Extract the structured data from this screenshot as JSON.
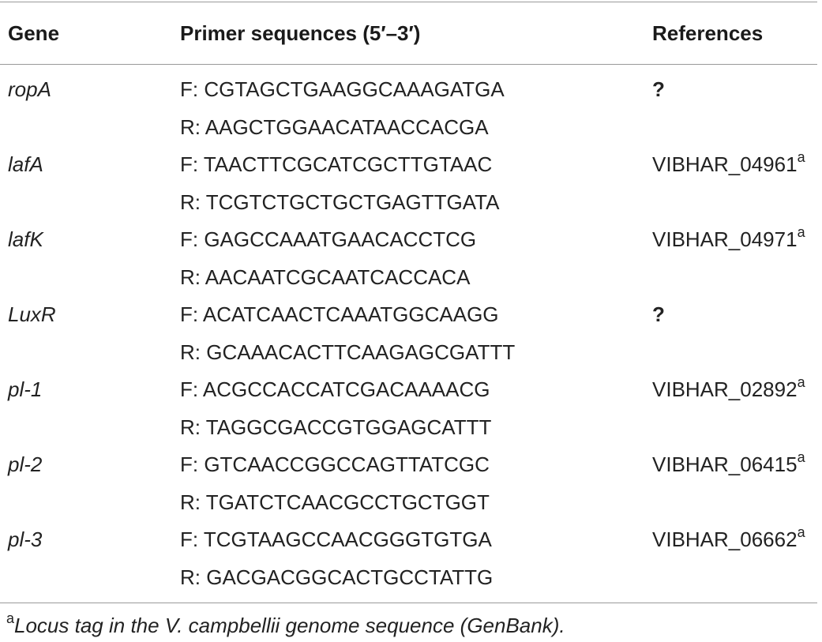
{
  "table": {
    "headers": {
      "gene": "Gene",
      "primer": "Primer sequences (5′–3′)",
      "references": "References"
    },
    "rows": [
      {
        "gene": "ropA",
        "forward": "F: CGTAGCTGAAGGCAAAGATGA",
        "reverse": "R: AAGCTGGAACATAACCACGA",
        "ref": "?",
        "ref_sup": ""
      },
      {
        "gene": "lafA",
        "forward": "F: TAACTTCGCATCGCTTGTAAC",
        "reverse": "R: TCGTCTGCTGCTGAGTTGATA",
        "ref": "VIBHAR_04961",
        "ref_sup": "a"
      },
      {
        "gene": "lafK",
        "forward": "F: GAGCCAAATGAACACCTCG",
        "reverse": "R: AACAATCGCAATCACCACA",
        "ref": "VIBHAR_04971",
        "ref_sup": "a"
      },
      {
        "gene": "LuxR",
        "forward": "F: ACATCAACTCAAATGGCAAGG",
        "reverse": "R: GCAAACACTTCAAGAGCGATTT",
        "ref": "?",
        "ref_sup": ""
      },
      {
        "gene": "pl-1",
        "forward": "F: ACGCCACCATCGACAAAACG",
        "reverse": "R: TAGGCGACCGTGGAGCATTT",
        "ref": "VIBHAR_02892",
        "ref_sup": "a"
      },
      {
        "gene": "pl-2",
        "forward": "F: GTCAACCGGCCAGTTATCGC",
        "reverse": "R: TGATCTCAACGCCTGCTGGT",
        "ref": "VIBHAR_06415",
        "ref_sup": "a"
      },
      {
        "gene": "pl-3",
        "forward": "F: TCGTAAGCCAACGGGTGTGA",
        "reverse": "R: GACGACGGCACTGCCTATTG",
        "ref": "VIBHAR_06662",
        "ref_sup": "a"
      }
    ],
    "footnote": {
      "marker": "a",
      "text": "Locus tag in the V. campbellii genome sequence (GenBank)."
    }
  }
}
